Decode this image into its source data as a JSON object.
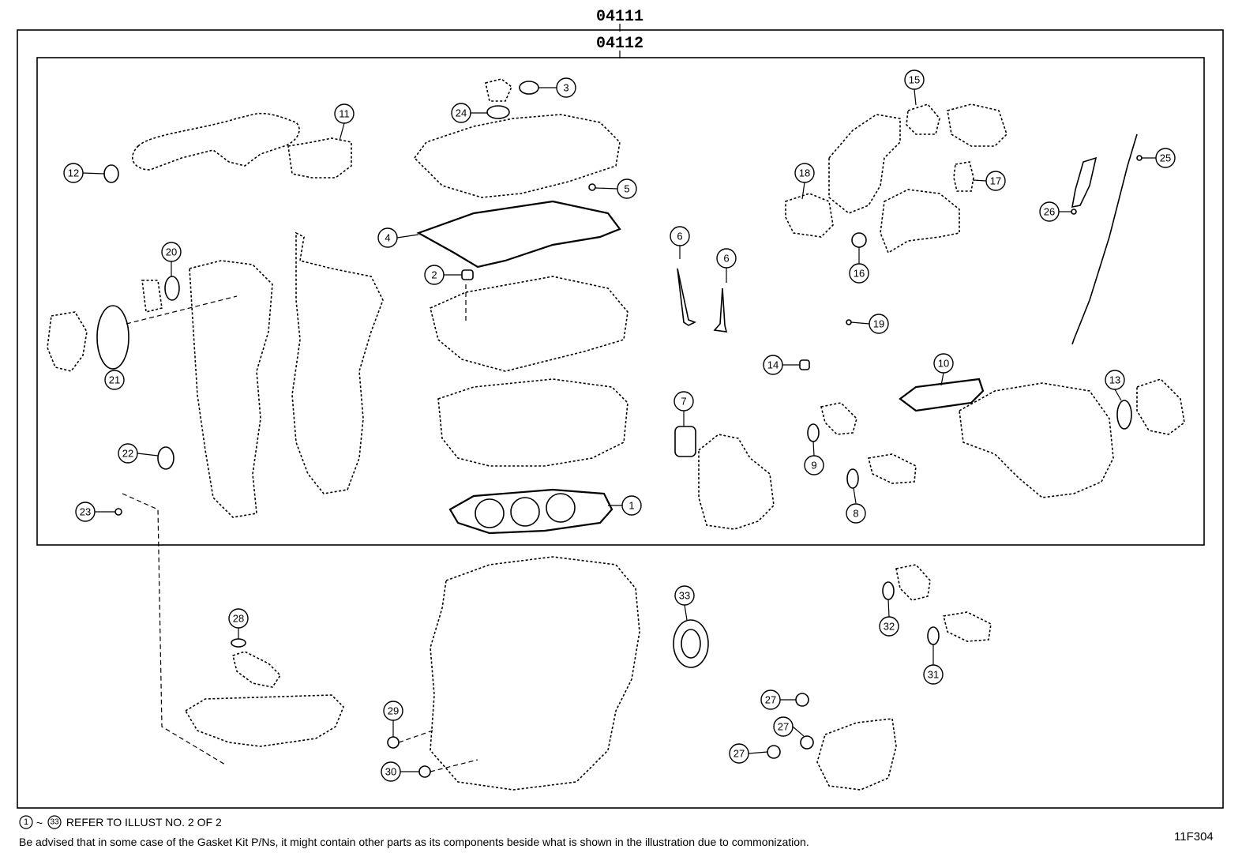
{
  "header": {
    "outer_group": "04111",
    "inner_group": "04112"
  },
  "footer": {
    "refer_range_start": "1",
    "refer_range_sep": "~",
    "refer_range_end": "33",
    "refer_note": "REFER TO ILLUST NO. 2 OF 2",
    "advisory": "Be advised that in some case of the Gasket Kit P/Ns,  it might contain other parts as its components beside what is shown in the illustration due to commonization.",
    "diagram_code": "11F304"
  },
  "callouts": [
    "1",
    "2",
    "3",
    "4",
    "5",
    "6",
    "6",
    "7",
    "8",
    "9",
    "10",
    "11",
    "12",
    "13",
    "14",
    "15",
    "16",
    "17",
    "18",
    "19",
    "20",
    "21",
    "22",
    "23",
    "24",
    "25",
    "26",
    "27",
    "27",
    "27",
    "28",
    "29",
    "30",
    "31",
    "32",
    "33"
  ]
}
